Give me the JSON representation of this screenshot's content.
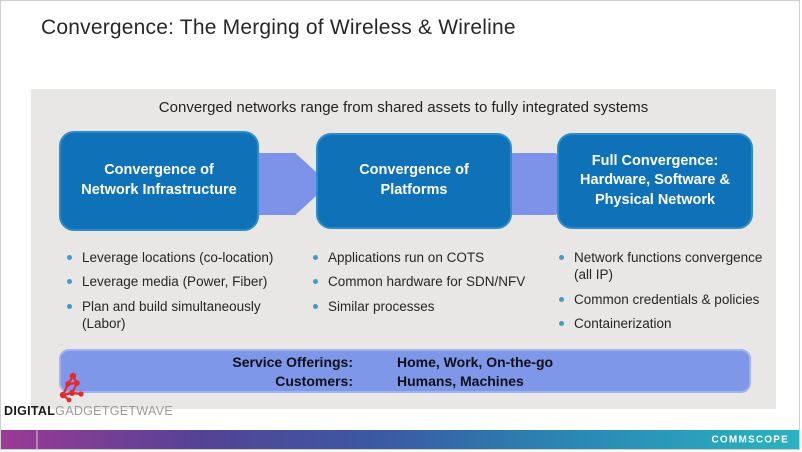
{
  "slide": {
    "title": "Convergence: The Merging of Wireless & Wireline",
    "panel_heading": "Converged networks range from shared assets to fully integrated systems",
    "columns": [
      {
        "box_label": "Convergence of Network Infrastructure",
        "bullets": [
          "Leverage locations (co-location)",
          "Leverage media (Power, Fiber)",
          "Plan and build simultaneously (Labor)"
        ]
      },
      {
        "box_label": "Convergence of Platforms",
        "bullets": [
          "Applications run on COTS",
          "Common hardware for SDN/NFV",
          "Similar processes"
        ]
      },
      {
        "box_label": "Full Convergence: Hardware, Software & Physical Network",
        "bullets": [
          "Network functions convergence (all IP)",
          "Common credentials & policies",
          "Containerization"
        ]
      }
    ],
    "banner": {
      "rows": [
        {
          "label": "Service Offerings:",
          "value": "Home, Work, On-the-go"
        },
        {
          "label": "Customers:",
          "value": "Humans, Machines"
        }
      ]
    },
    "watermark": {
      "bold": "DIGITAL",
      "rest": "GADGETGETWAVE",
      "icon": "network-icon"
    },
    "footer": {
      "brand": "COMMSCOPE"
    }
  },
  "colors": {
    "box_blue": "#0f72b8",
    "box_border": "#2f8ccb",
    "arrow_blue": "#7d93e9",
    "banner_blue": "#7e97e8",
    "banner_border": "#a2b2f0",
    "panel_gray": "#e8e7e5",
    "bullet_dot": "#3f9cc7",
    "watermark_red": "#e8282d",
    "text_dark": "#262626",
    "footer_purple": "#9c3a96",
    "footer_indigo": "#554297",
    "footer_teal": "#29b3c0"
  }
}
